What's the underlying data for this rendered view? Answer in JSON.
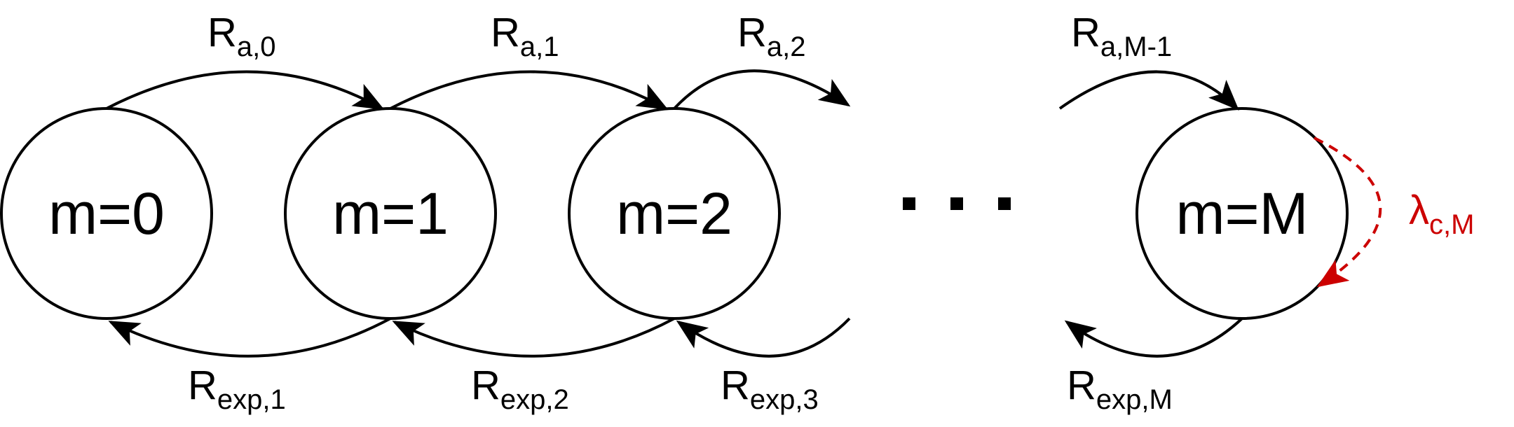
{
  "nodes": {
    "m0": "m=0",
    "m1": "m=1",
    "m2": "m=2",
    "mM": "m=M"
  },
  "forward_edges": {
    "a0": {
      "base": "R",
      "sub": "a,0"
    },
    "a1": {
      "base": "R",
      "sub": "a,1"
    },
    "a2": {
      "base": "R",
      "sub": "a,2"
    },
    "aM1": {
      "base": "R",
      "sub": "a,M-1"
    }
  },
  "backward_edges": {
    "exp1": {
      "base": "R",
      "sub": "exp,1"
    },
    "exp2": {
      "base": "R",
      "sub": "exp,2"
    },
    "exp3": {
      "base": "R",
      "sub": "exp,3"
    },
    "expM": {
      "base": "R",
      "sub": "exp,M"
    }
  },
  "self_loop": {
    "base": "λ",
    "sub": "c,M"
  },
  "colors": {
    "stroke": "#000000",
    "accent": "#cc0000"
  }
}
